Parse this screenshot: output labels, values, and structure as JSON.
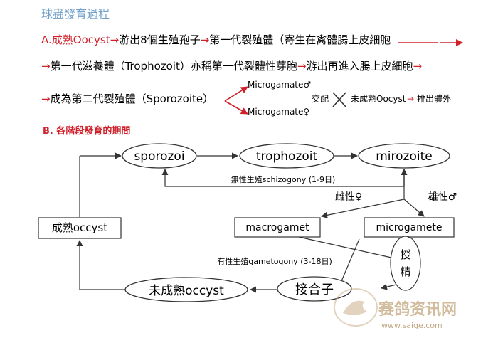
{
  "section_a": {
    "title": "球蟲發育過程",
    "line1": {
      "prefix": "A.",
      "start": "成熟Oocyst",
      "arrow": "→",
      "s1": "游出8個生殖孢子",
      "s2": "第一代裂殖體（寄生在禽體腸上皮細胞",
      "end_arrow": "→"
    },
    "line2": {
      "lead_arrow": "→",
      "s1": "第一代滋養體（Trophozoit）亦稱第一代裂體性芽胞",
      "s2": "游出再進入腸上皮細胞",
      "end_arrow": "→"
    },
    "line3": {
      "lead_arrow": "→",
      "s1": "成為第二代裂殖體（Sporozoite）",
      "branch_male": "Microgamate♂",
      "branch_female": "Microgamate♀",
      "mate": "交配",
      "cross": "✕",
      "immature": "未成熟Oocyst",
      "arrow": "→",
      "excreted": "排出體外"
    }
  },
  "section_b": {
    "title": "B. 各階段發育的期間",
    "nodes": {
      "sporozoi": "sporozoi",
      "trophozoit": "trophozoit",
      "mirozoite": "mirozoite",
      "mature": "成熟occyst",
      "macrogamet": "macrogamet",
      "microgamete": "microgamete",
      "fertilize": "授精",
      "zygote": "接合子",
      "immature": "未成熟occyst"
    },
    "labels": {
      "asexual": "無性生殖schizogony (1-9日)",
      "female": "雌性♀",
      "male": "雄性♂",
      "sexual": "有性生殖gametogony (3-18日)"
    }
  },
  "watermark": {
    "name": "赛鸽资讯网",
    "url": "www.saige.com"
  },
  "colors": {
    "title_blue": "#6f9fc9",
    "red": "#d0202a",
    "line": "#333333"
  }
}
